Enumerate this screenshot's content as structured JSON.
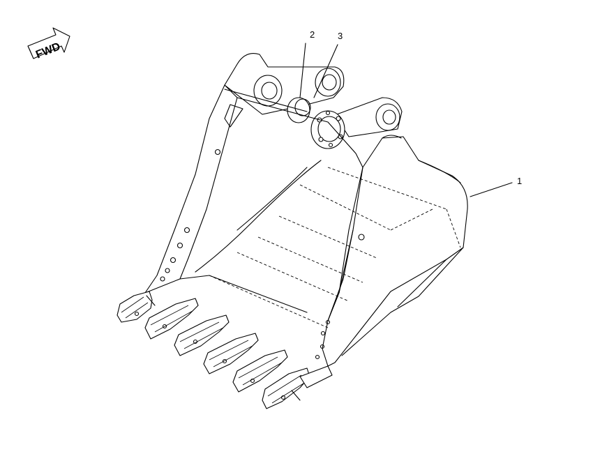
{
  "fwd_label": "FWD",
  "callouts": [
    {
      "id": "callout-2",
      "text": "2"
    },
    {
      "id": "callout-3",
      "text": "3"
    },
    {
      "id": "callout-1",
      "text": "1"
    }
  ],
  "colors": {
    "line": "#000000",
    "background": "#ffffff"
  },
  "icons": [
    "fwd-arrow-icon"
  ]
}
